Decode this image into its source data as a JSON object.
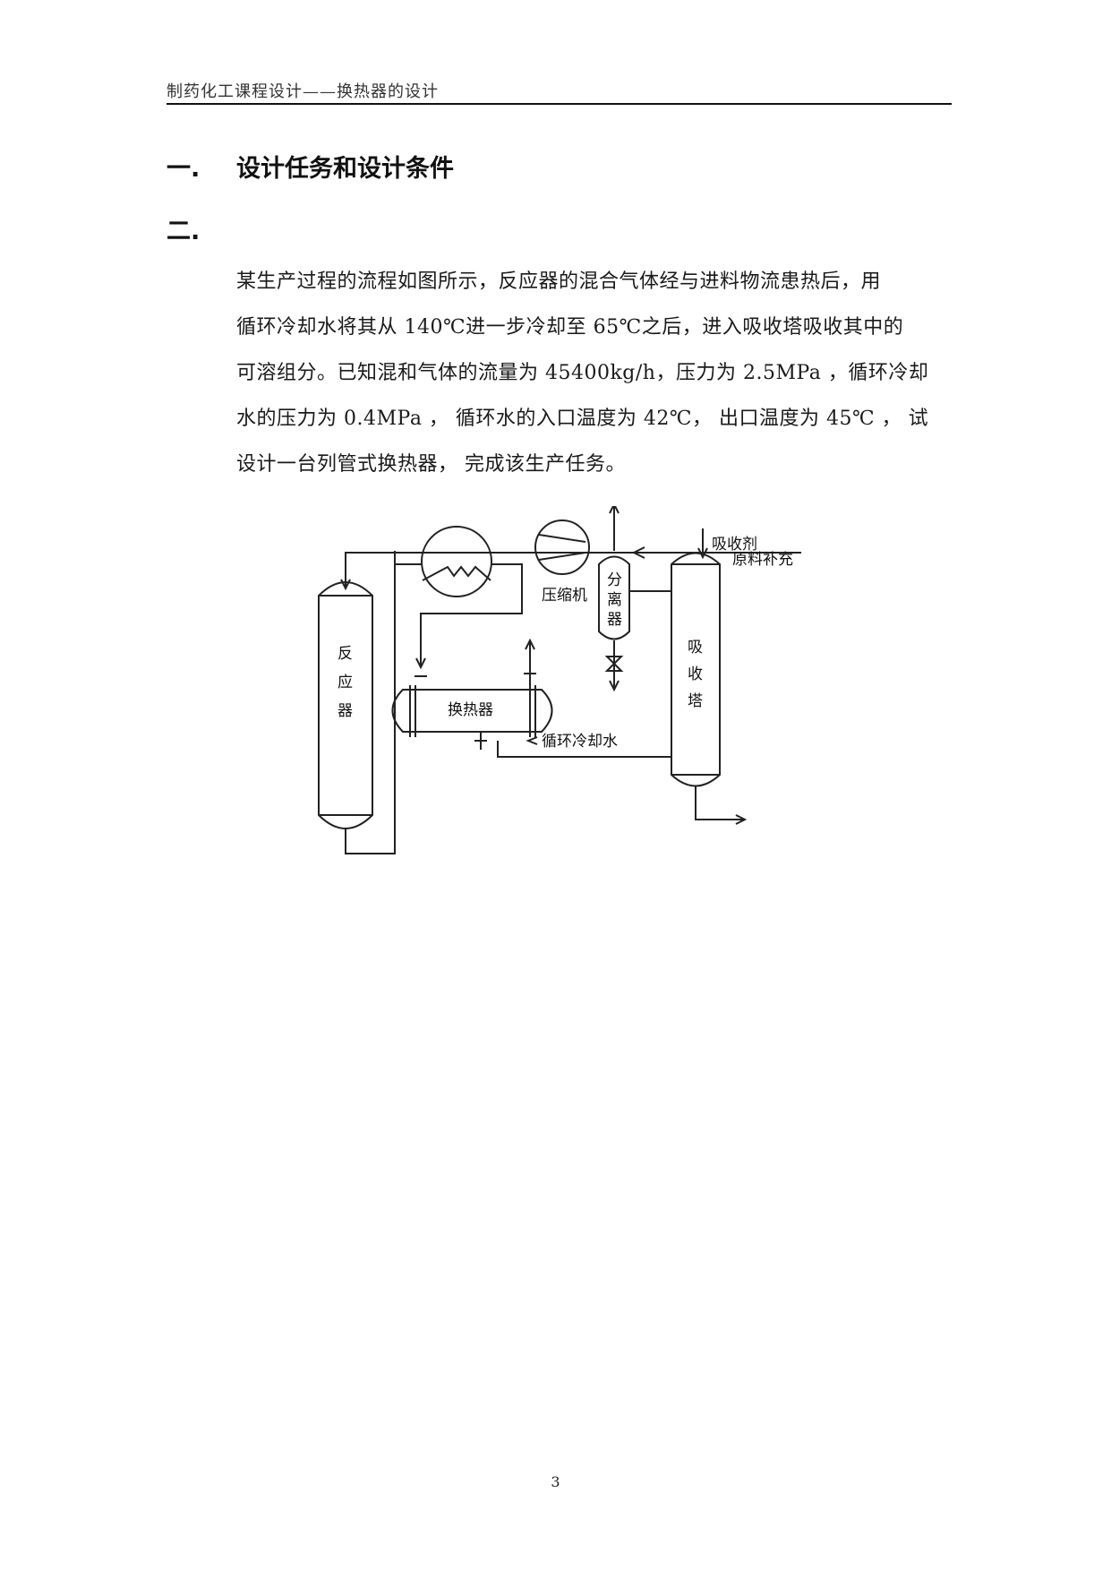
{
  "header": {
    "running_title": "制药化工课程设计——换热器的设计"
  },
  "headings": [
    {
      "number": "一.",
      "title": "设计任务和设计条件"
    },
    {
      "number": "二.",
      "title": ""
    }
  ],
  "body": {
    "lines": [
      "某生产过程的流程如图所示，反应器的混合气体经与进料物流患热后，用",
      "循环冷却水将其从 140℃进一步冷却至 65℃之后，进入吸收塔吸收其中的",
      "可溶组分。已知混和气体的流量为 45400kg/h，压力为 2.5MPa ，循环冷却",
      "水的压力为 0.4MPa ， 循环水的入口温度为 42℃， 出口温度为 45℃ ， 试",
      "设计一台列管式换热器， 完成该生产任务。"
    ]
  },
  "figure": {
    "labels": {
      "feed_makeup": "原料补充",
      "compressor": "压缩机",
      "absorbent": "吸收剂",
      "separator_chars": [
        "分",
        "离",
        "器"
      ],
      "reactor_chars": [
        "反",
        "应",
        "器"
      ],
      "absorber_chars": [
        "吸",
        "收",
        "塔"
      ],
      "heat_exchanger": "换热器",
      "cooling_water": "循环冷却水"
    }
  },
  "footer": {
    "page_number": "3"
  }
}
